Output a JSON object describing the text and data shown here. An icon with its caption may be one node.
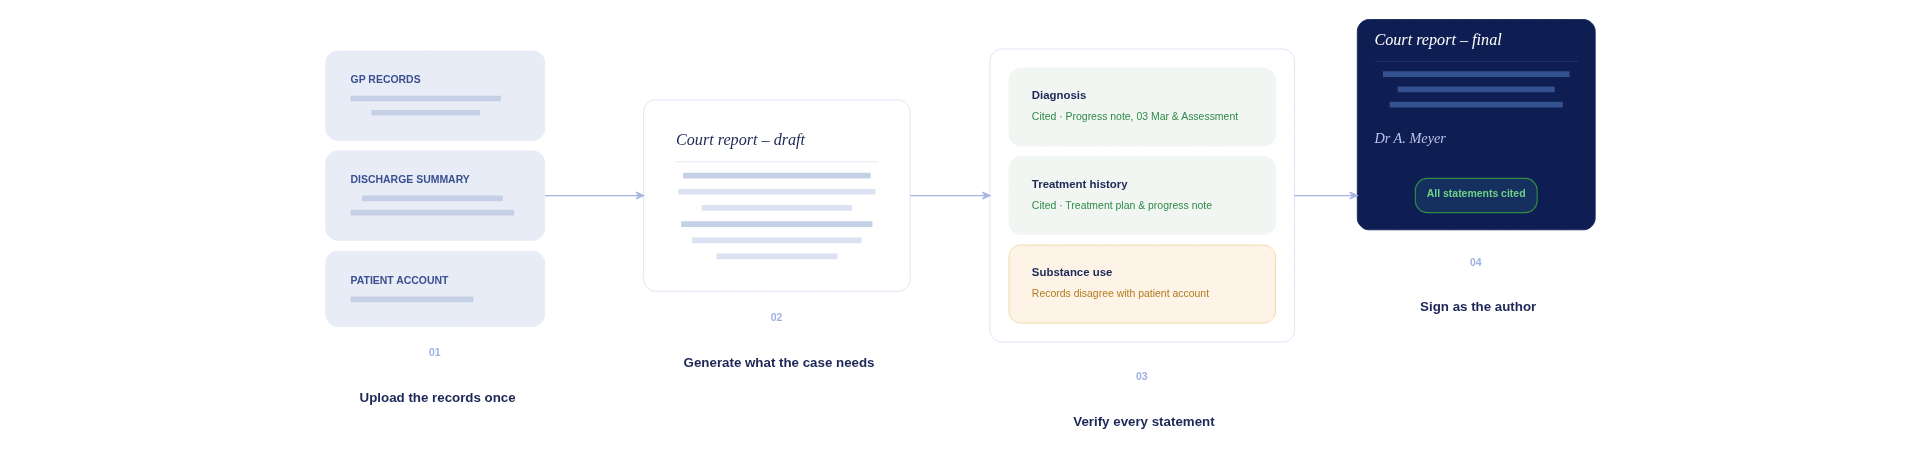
{
  "diagram": {
    "nodes": [
      {
        "text": [
          "GP RECORDS"
        ]
      },
      {
        "text": [
          "DISCHARGE SUMMARY"
        ]
      },
      {
        "text": [
          "PATIENT ACCOUNT"
        ]
      },
      {
        "text": [
          "Court report – draft"
        ],
        "beside": [
          "02",
          "Generate what the case needs"
        ]
      },
      {
        "text": [],
        "shape": "box",
        "beside": [
          "03",
          "Verify every statement"
        ]
      },
      {
        "text": [
          "Diagnosis",
          "Cited · Progress note, 03 Mar & Assessment"
        ],
        "in": 4
      },
      {
        "text": [
          "Treatment history",
          "Cited · Treatment plan & progress note"
        ],
        "in": 4
      },
      {
        "text": [
          "Substance use",
          "Records disagree with patient account"
        ],
        "in": 4
      },
      {
        "text": [
          "Court report – final",
          "Dr A. Meyer"
        ],
        "beside": [
          "04",
          "Sign as the author"
        ]
      },
      {
        "text": [
          "All statements cited"
        ],
        "in": 8
      }
    ],
    "edges": [
      {
        "from": 1,
        "to": 3,
        "arrow": "to"
      },
      {
        "from": 3,
        "to": 4,
        "arrow": "to"
      },
      {
        "from": 4,
        "to": 8,
        "arrow": "to"
      }
    ],
    "labels": [
      "01",
      "Upload the records once"
    ]
  }
}
